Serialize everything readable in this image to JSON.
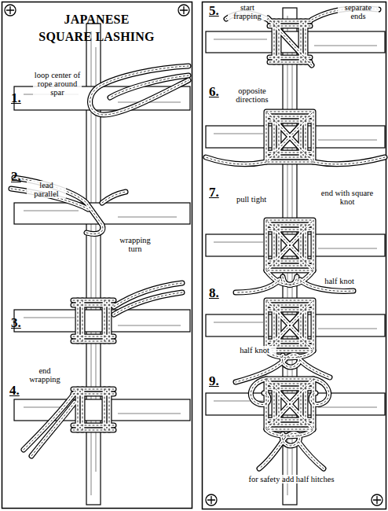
{
  "diagram": {
    "title": "JAPANESE SQUARE LASHING",
    "labels": [
      "1.",
      "loop center of rope around spar",
      "2.",
      "lead parallel",
      "wrapping turn",
      "3.",
      "end wrapping",
      "4.",
      "5.",
      "start frapping",
      "separate ends",
      "6.",
      "opposite directions",
      "7.",
      "pull tight",
      "end with square knot",
      "half knot",
      "8.",
      "half knot",
      "9.",
      "for safety add half hitches"
    ]
  }
}
